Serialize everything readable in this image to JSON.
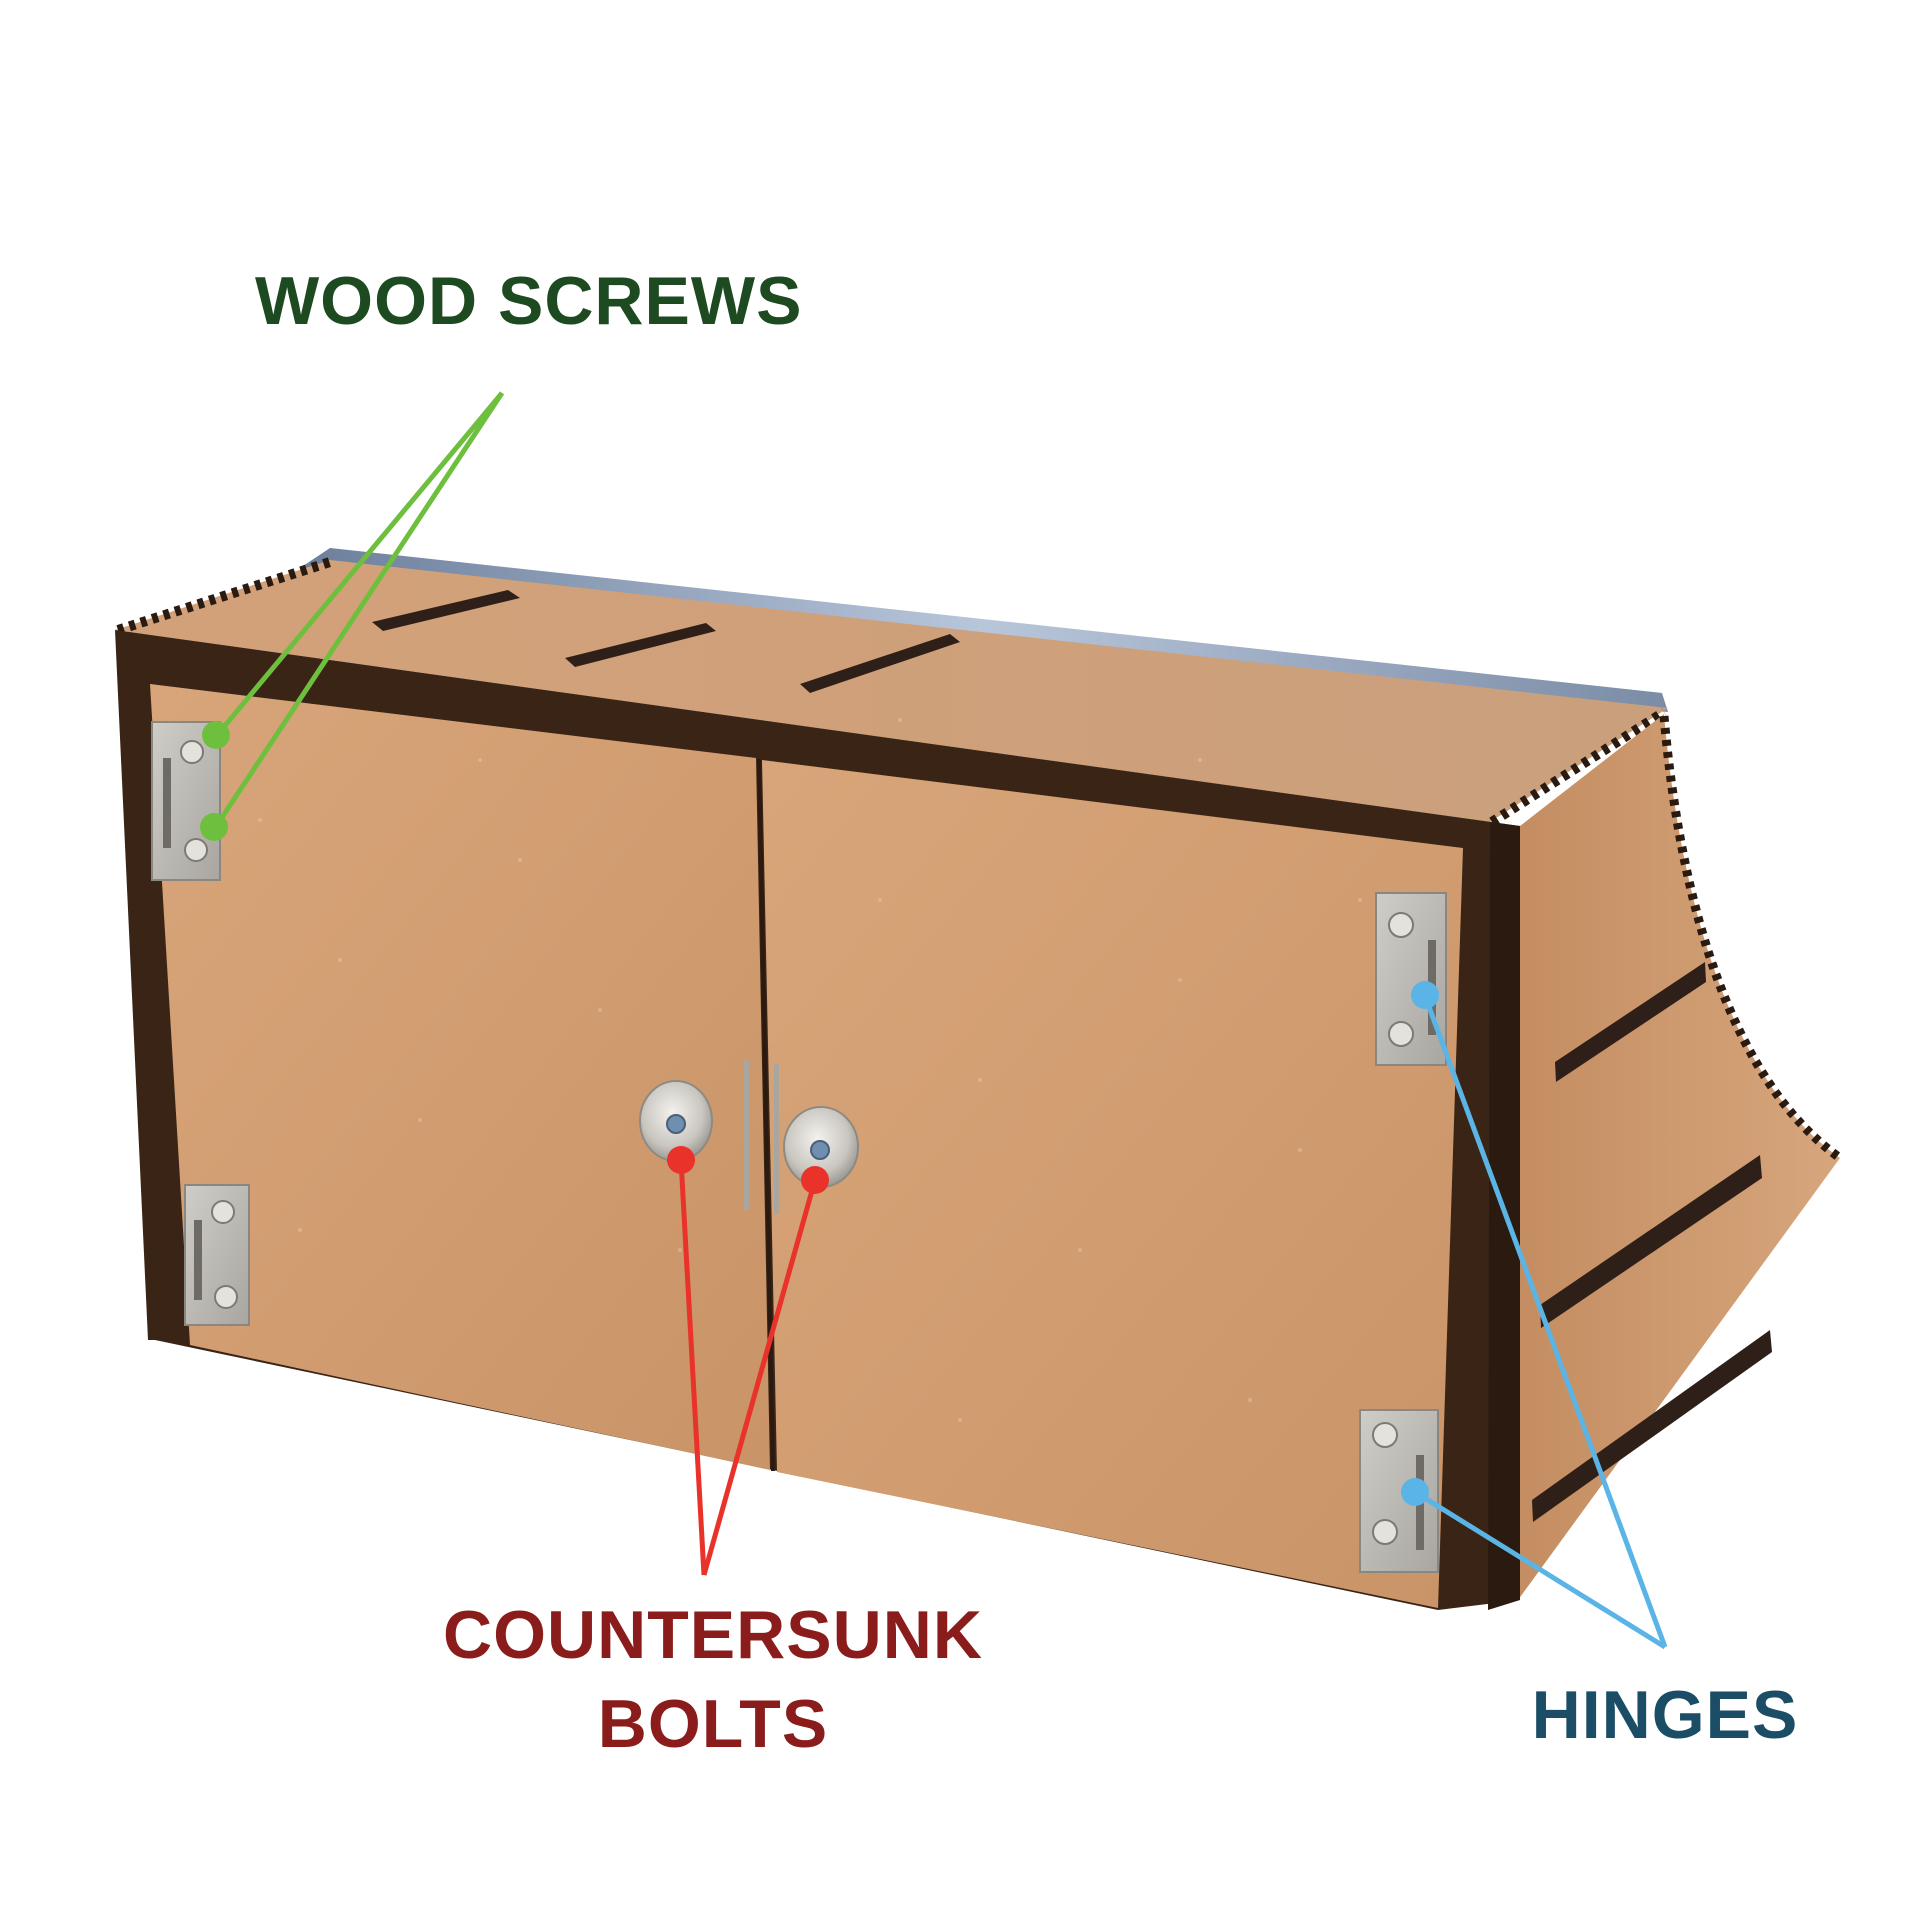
{
  "labels": {
    "wood_screws": "WOOD SCREWS",
    "countersunk_line1": "COUNTERSUNK",
    "countersunk_line2": "BOLTS",
    "hinges": "HINGES"
  },
  "colors": {
    "background": "#ffffff",
    "wood_screws": "#1d4a20",
    "wood_screws_line": "#6fbf3e",
    "countersunk": "#8a1c1c",
    "countersunk_line": "#e8322a",
    "hinges": "#1b4d66",
    "hinges_line": "#5ab4e6",
    "mdf": "#d9a679",
    "mdf_edge": "#3a2416",
    "metal": "#b9b6b0"
  }
}
